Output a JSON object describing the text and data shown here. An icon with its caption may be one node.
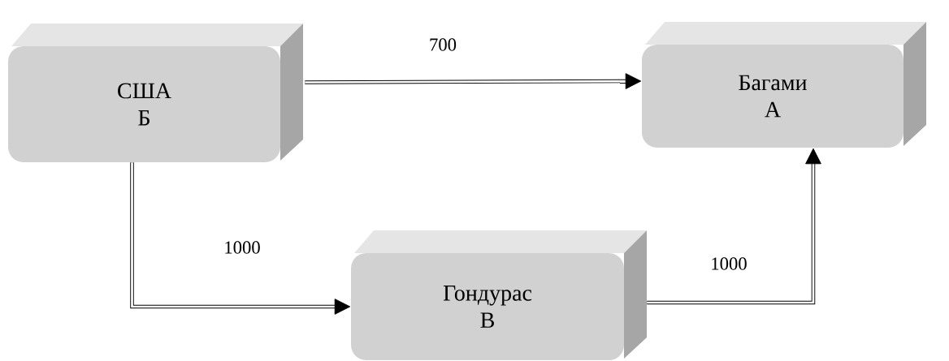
{
  "diagram": {
    "nodes": [
      {
        "text": [
          "США",
          "Б"
        ]
      },
      {
        "text": [
          "Багами",
          "А"
        ]
      },
      {
        "text": [
          "Гондурас",
          "В"
        ]
      }
    ],
    "edges": [
      {
        "from": 0,
        "to": 1,
        "arrow": "to",
        "label": "700"
      },
      {
        "from": 0,
        "to": 2,
        "arrow": "to",
        "label": "1000"
      },
      {
        "from": 2,
        "to": 1,
        "arrow": "to",
        "label": "1000"
      }
    ]
  }
}
